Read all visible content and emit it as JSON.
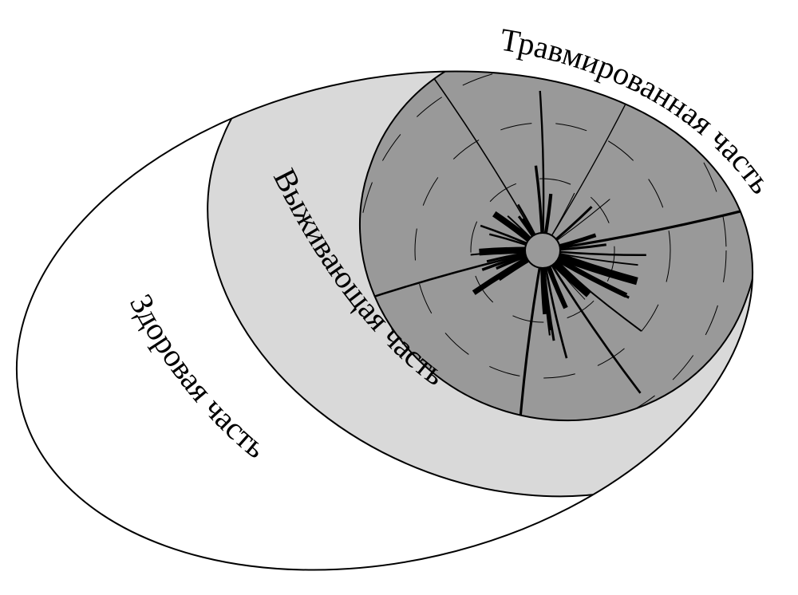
{
  "labels": {
    "injured": "Травмированная часть",
    "surviving": "Выживающая часть",
    "healthy": "Здоровая часть"
  },
  "colors": {
    "healthy": "#ffffff",
    "surviving": "#d9d9d9",
    "injured": "#999999",
    "cracks": "#000000"
  }
}
